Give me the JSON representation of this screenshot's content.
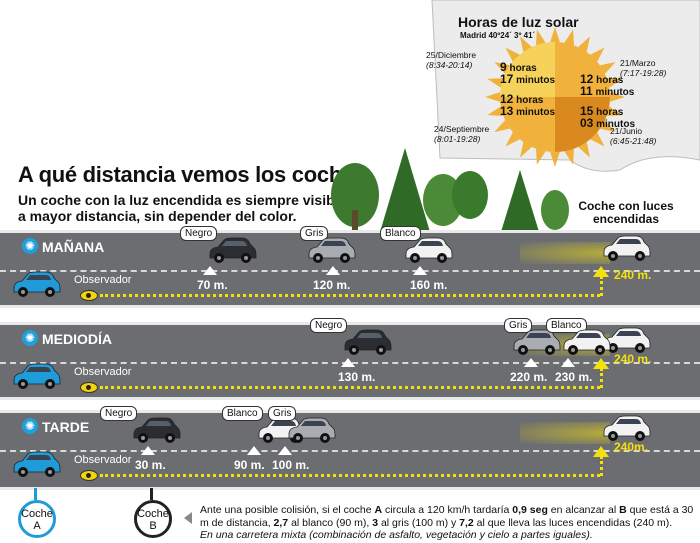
{
  "header": {
    "title": "A qué distancia vemos los coches",
    "subtitle": "Un coche con la luz encendida es siempre visible a mayor distancia, sin depender del color.",
    "lights_label": "Coche con luces encendidas"
  },
  "sun_panel": {
    "title": "Horas de luz solar",
    "location": "Madrid  40º24´  3º 41´",
    "dates": [
      {
        "date": "25/Diciembre",
        "range": "(8:34-20:14)"
      },
      {
        "date": "21/Marzo",
        "range": "(7:17-19:28)"
      },
      {
        "date": "24/Septiembre",
        "range": "(8:01-19:28)"
      },
      {
        "date": "21/Junio",
        "range": "(6:45-21:48)"
      }
    ],
    "durations": [
      {
        "h": "9",
        "hl": "horas",
        "m": "17",
        "ml": "minutos",
        "color": "#f6d25a"
      },
      {
        "h": "12",
        "hl": "horas",
        "m": "11",
        "ml": "minutos",
        "color": "#f0b23c"
      },
      {
        "h": "12",
        "hl": "horas",
        "m": "13",
        "ml": "minutos",
        "color": "#f0b23c"
      },
      {
        "h": "15",
        "hl": "horas",
        "m": "03",
        "ml": "minutos",
        "color": "#d9891e"
      }
    ]
  },
  "sections": [
    {
      "name": "MAÑANA",
      "observer": "Observador",
      "cars": [
        {
          "label": "Negro",
          "dist": "70 m.",
          "color": "#2b2d33"
        },
        {
          "label": "Gris",
          "dist": "120 m.",
          "color": "#a9adb3"
        },
        {
          "label": "Blanco",
          "dist": "160 m.",
          "color": "#f2f2f2"
        }
      ],
      "lights_dist": "240 m."
    },
    {
      "name": "MEDIODÍA",
      "observer": "Observador",
      "cars": [
        {
          "label": "Negro",
          "dist": "130 m.",
          "color": "#2b2d33"
        },
        {
          "label": "Gris",
          "dist": "220 m.",
          "color": "#a9adb3"
        },
        {
          "label": "Blanco",
          "dist": "230 m.",
          "color": "#f2f2f2"
        }
      ],
      "lights_dist": "240 m."
    },
    {
      "name": "TARDE",
      "observer": "Observador",
      "cars": [
        {
          "label": "Negro",
          "dist": "30 m.",
          "color": "#2b2d33"
        },
        {
          "label": "Blanco",
          "dist": "90 m.",
          "color": "#f2f2f2"
        },
        {
          "label": "Gris",
          "dist": "100 m.",
          "color": "#a9adb3"
        }
      ],
      "lights_dist": "240m."
    }
  ],
  "legend": {
    "car_a": [
      "Coche",
      "A"
    ],
    "car_b": [
      "Coche",
      "B"
    ]
  },
  "note": {
    "parts": [
      "Ante una posible colisión, si el coche ",
      "A",
      " circula a 120 km/h tardaría ",
      "0,9 seg",
      " en alcanzar al ",
      "B",
      " que está a 30 m de distancia, ",
      "2,7",
      " al blanco (90 m), ",
      "3",
      " al gris (100 m) y ",
      "7,2",
      " al que lleva las luces encendidas (240 m)."
    ],
    "italic": "En una carretera mixta (combinación de asfalto, vegetación y cielo a partes iguales)."
  },
  "colors": {
    "road": "#6b6d70",
    "accent_yellow": "#f5e10a",
    "sun_blue": "#1fa0dc",
    "car_blue": "#1e9bd8"
  }
}
